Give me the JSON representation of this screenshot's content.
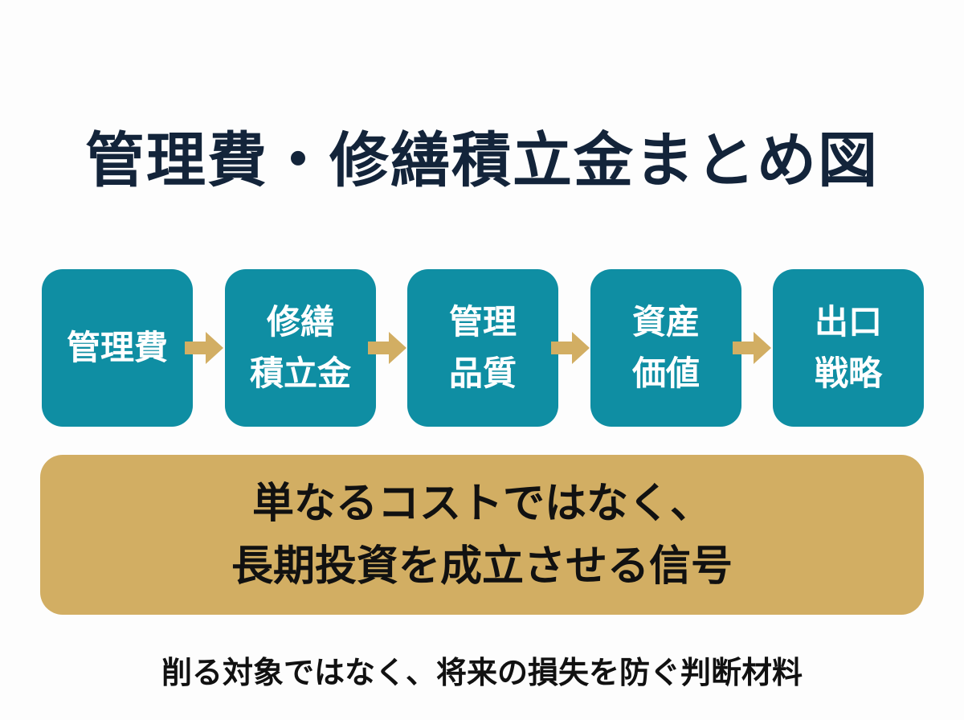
{
  "title": "管理費・修繕積立金まとめ図",
  "flow": [
    {
      "label": "管理費"
    },
    {
      "label": "修繕\n積立金"
    },
    {
      "label": "管理\n品質"
    },
    {
      "label": "資産\n価値"
    },
    {
      "label": "出口\n戦略"
    }
  ],
  "banner": {
    "line1": "単なるコストではなく、",
    "line2": "長期投資を成立させる信号"
  },
  "footer": "削る対象ではなく、将来の損失を防ぐ判断材料",
  "colors": {
    "box": "#0f8ea3",
    "arrow": "#d2ae63",
    "banner": "#d2ae63",
    "title": "#13243a"
  }
}
